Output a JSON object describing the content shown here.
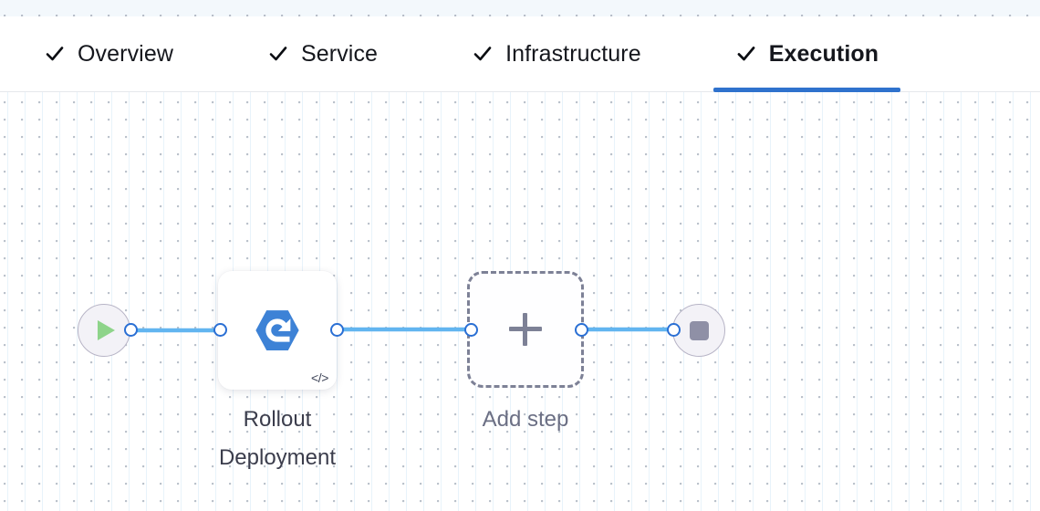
{
  "tabs": [
    {
      "label": "Overview",
      "icon": "check-icon",
      "active": false
    },
    {
      "label": "Service",
      "icon": "check-icon",
      "active": false
    },
    {
      "label": "Infrastructure",
      "icon": "check-icon",
      "active": false
    },
    {
      "label": "Execution",
      "icon": "check-icon",
      "active": true
    }
  ],
  "pipeline": {
    "start_node": {
      "icon": "play-icon",
      "name": "start-node"
    },
    "end_node": {
      "icon": "stop-icon",
      "name": "end-node"
    },
    "steps": [
      {
        "label": "Rollout\nDeployment",
        "icon": "rollout-deployment-icon",
        "badge": "</>"
      }
    ],
    "add_step": {
      "label": "Add step",
      "icon": "plus-icon"
    }
  },
  "colors": {
    "accent_blue": "#2f72cd",
    "edge_blue": "#62b5f0",
    "port_border": "#2a6fd4",
    "step_icon_blue": "#3d82d6",
    "play_green": "#8ed48a",
    "stop_gray": "#8f90a6",
    "dashed_gray": "#7d8196",
    "label_dark": "#3b3d4c",
    "label_muted": "#6b6f84",
    "canvas_strip": "#f3f8fc"
  }
}
